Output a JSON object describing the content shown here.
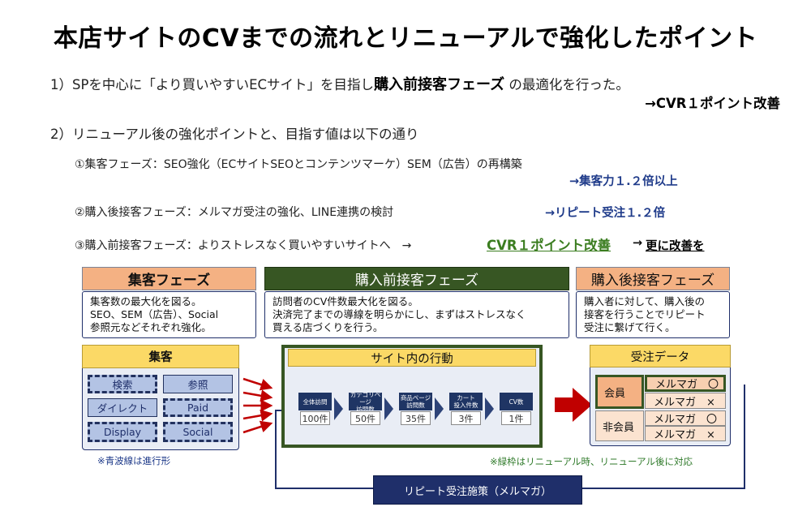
{
  "title": "本店サイトのCVまでの流れとリニューアルで強化したポイント",
  "points": {
    "p1_pre": "1）SPを中心に「より買いやすいECサイト」を目指し",
    "p1_bold": "購入前接客フェーズ",
    "p1_post": "の最適化を行った。",
    "p1_result": "→CVR１ポイント改善",
    "p2": "2）リニューアル後の強化ポイントと、目指す値は以下の通り"
  },
  "sub_points": {
    "s1_text": "①集客フェーズ：SEO強化（ECサイトSEOとコンテンツマーケ）SEM（広告）の再構築",
    "s1_target": "→集客力１.２倍以上",
    "s2_text": "②購入後接客フェーズ：メルマガ受注の強化、LINE連携の検討",
    "s2_target": "→リピート受注１.２倍",
    "s3_text": "③購入前接客フェーズ：よりストレスなく買いやすいサイトへ　→",
    "s3_cvr": "CVR１ポイント改善",
    "s3_arrow": "→",
    "s3_more": "更に改善を"
  },
  "phases": {
    "acquisition": {
      "title": "集客フェーズ",
      "body": [
        "集客数の最大化を図る。",
        "SEO、SEM（広告）、Social",
        "参照元などそれぞれ強化。"
      ],
      "color": "#f4b183"
    },
    "pre_purchase": {
      "title": "購入前接客フェーズ",
      "body": [
        "訪問者のCV件数最大化を図る。",
        "決済完了までの導線を明らかにし、まずはストレスなく",
        "買える店づくりを行う。"
      ],
      "color": "#375623"
    },
    "post_purchase": {
      "title": "購入後接客フェーズ",
      "body": [
        "購入者に対して、購入後の",
        "接客を行うことでリピート",
        "受注に繋げて行く。"
      ],
      "color": "#f4b183"
    }
  },
  "acquisition_panel": {
    "title": "集客",
    "sources": [
      "検索",
      "参照",
      "ダイレクト",
      "Paid",
      "Display",
      "Social"
    ],
    "note": "※青波線は進行形"
  },
  "site_panel": {
    "title": "サイト内の行動",
    "steps": [
      {
        "label": "全体訪問",
        "value": "100件"
      },
      {
        "label": "カテゴリページ\n訪問数",
        "value": "50件"
      },
      {
        "label": "商品ページ\n訪問数",
        "value": "35件"
      },
      {
        "label": "カート\n投入件数",
        "value": "3件"
      },
      {
        "label": "CV数",
        "value": "1件"
      }
    ]
  },
  "order_panel": {
    "title": "受注データ",
    "member": "会員",
    "non_member": "非会員",
    "rows": [
      "メルマガ　〇",
      "メルマガ　×",
      "メルマガ　〇",
      "メルマガ　×"
    ]
  },
  "green_note": "※緑枠はリニューアル時、リニューアル後に対応",
  "repeat_label": "リピート受注施策（メルマガ）",
  "colors": {
    "navy": "#1f2f6a",
    "green": "#375623",
    "orange": "#f4b183",
    "yellow": "#fbd966",
    "red_arrow": "#c00000",
    "green_text": "#3b7d20",
    "blue_text": "#1f3b8a"
  }
}
